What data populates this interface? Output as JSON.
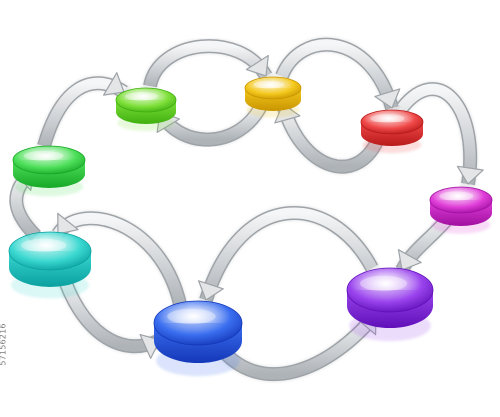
{
  "diagram": {
    "nodes": [
      {
        "id": "green",
        "color": "#7fe03a",
        "dark": "#3fb010"
      },
      {
        "id": "yellow",
        "color": "#f4c81c",
        "dark": "#c99500"
      },
      {
        "id": "red",
        "color": "#f04848",
        "dark": "#b81a1a"
      },
      {
        "id": "magenta",
        "color": "#e03ed8",
        "dark": "#a010a0"
      },
      {
        "id": "purple",
        "color": "#9a44ee",
        "dark": "#6010b8"
      },
      {
        "id": "blue",
        "color": "#3a6ef0",
        "dark": "#1438b8"
      },
      {
        "id": "cyan",
        "color": "#3ad8d0",
        "dark": "#0aa0a0"
      },
      {
        "id": "lime",
        "color": "#4ee05a",
        "dark": "#18a828"
      }
    ],
    "arrow_color": "#d7d9db",
    "arrow_edge": "#9ea3a8"
  },
  "watermark": {
    "side_id": "57156216"
  }
}
